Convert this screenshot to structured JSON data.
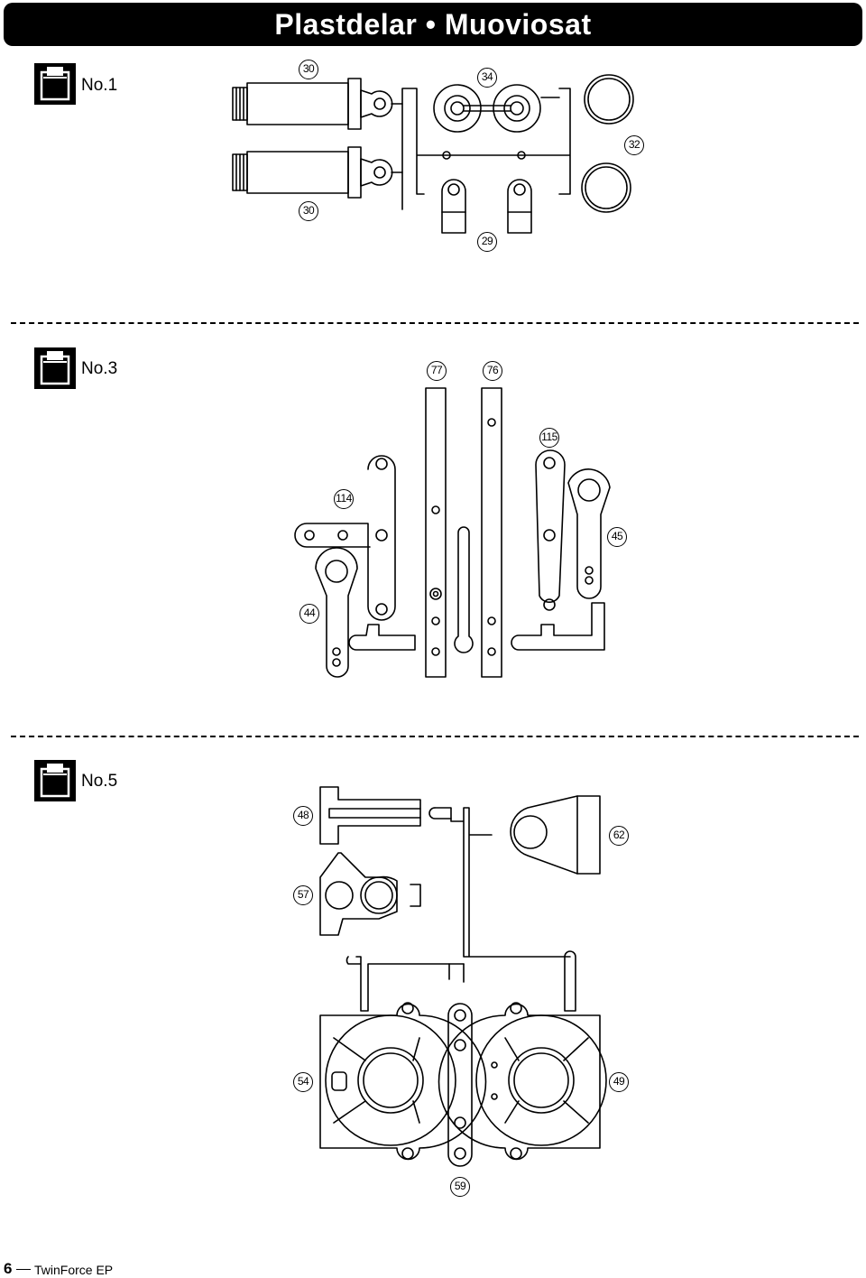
{
  "header": {
    "title": "Plastdelar • Muoviosat"
  },
  "bags": [
    {
      "label": "No.1"
    },
    {
      "label": "No.3"
    },
    {
      "label": "No.5"
    }
  ],
  "part_numbers": {
    "p30a": "30",
    "p30b": "30",
    "p34": "34",
    "p32": "32",
    "p29": "29",
    "p77": "77",
    "p76": "76",
    "p115": "115",
    "p114": "114",
    "p45": "45",
    "p44": "44",
    "p48": "48",
    "p62": "62",
    "p57": "57",
    "p54": "54",
    "p49": "49",
    "p59": "59"
  },
  "footer": {
    "page": "6",
    "product": "TwinForce EP"
  }
}
